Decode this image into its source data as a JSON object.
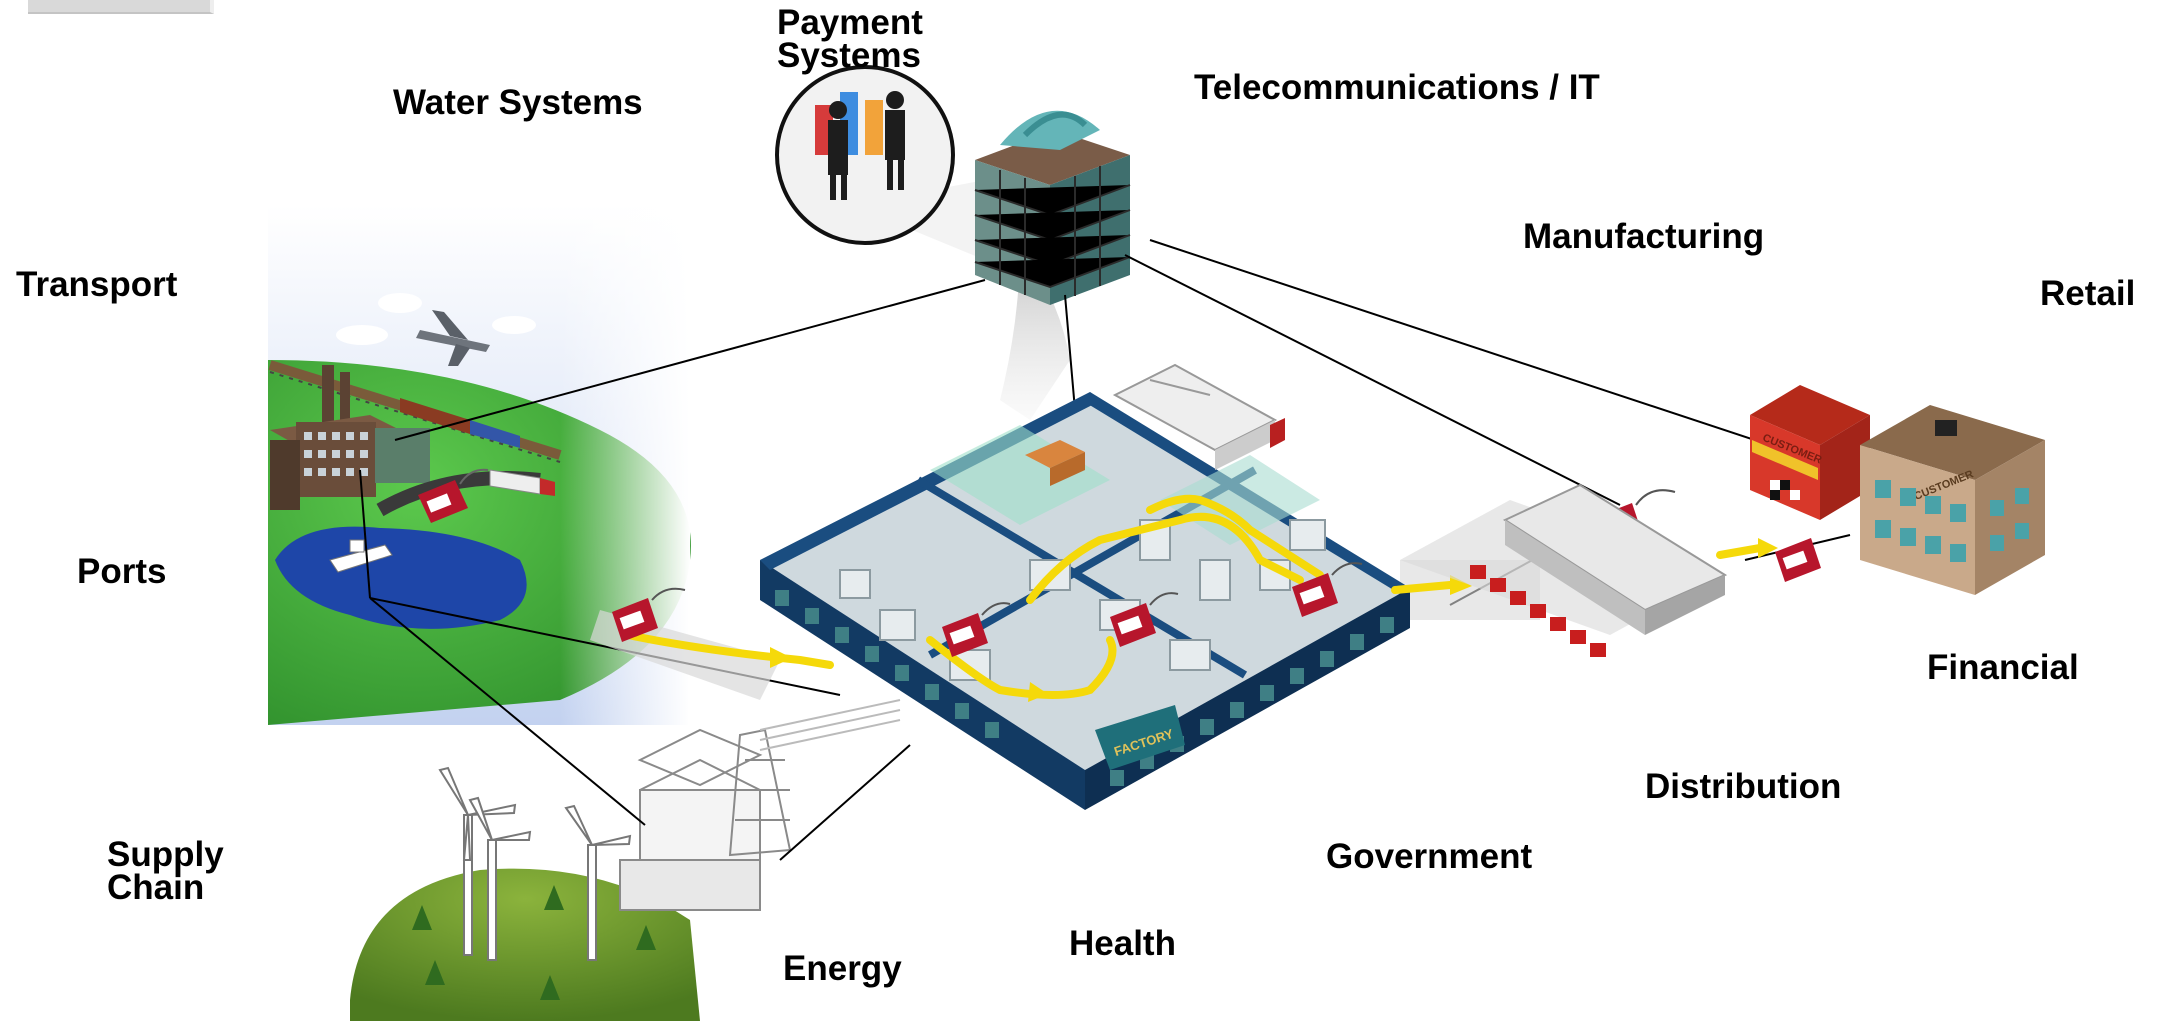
{
  "labels": {
    "payment_systems": "Payment\nSystems",
    "water_systems": "Water Systems",
    "telecom_it": "Telecommunications / IT",
    "manufacturing": "Manufacturing",
    "transport": "Transport",
    "retail": "Retail",
    "ports": "Ports",
    "financial": "Financial",
    "distribution": "Distribution",
    "supply_chain": "Supply\nChain",
    "government": "Government",
    "health": "Health",
    "energy": "Energy"
  },
  "signage": {
    "factory": "FACTORY",
    "store": "CUSTOMER",
    "bank": "CUSTOMER"
  },
  "colors": {
    "flow_arrow": "#f5d90a",
    "rfid_tag": "#b7162c",
    "factory_wall": "#123a63",
    "factory_floor": "#cfd9de",
    "grass": "#3fae3a",
    "water": "#1e46a8",
    "sky": "#c9d6f2"
  }
}
